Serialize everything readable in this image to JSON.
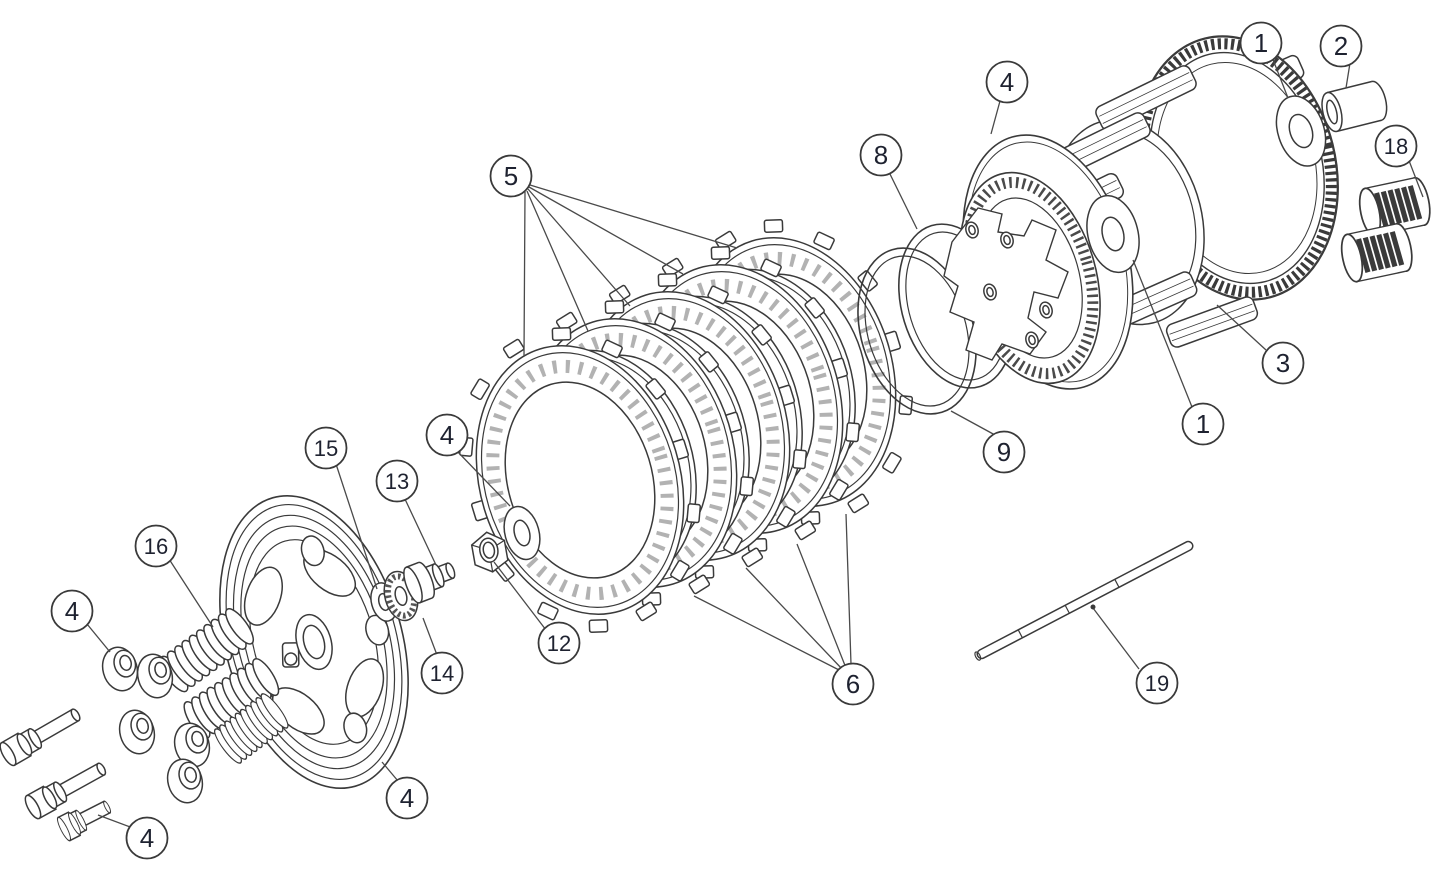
{
  "diagram": {
    "kind": "exploded-parts-diagram",
    "colors": {
      "background": "#ffffff",
      "line": "#3a3a3a",
      "leader": "#4a4a4a",
      "balloon_fill": "#ffffff",
      "balloon_stroke": "#3a3a3a",
      "balloon_text": "#1e2230"
    }
  },
  "callouts": [
    {
      "label": "1",
      "part": "thrust-washer-outer"
    },
    {
      "label": "2",
      "part": "spacer-bushing"
    },
    {
      "label": "18",
      "part": "needle-bearings"
    },
    {
      "label": "4",
      "part": "hub-backing-plate"
    },
    {
      "label": "8",
      "part": "o-ring-outer"
    },
    {
      "label": "5",
      "part": "friction-plates"
    },
    {
      "label": "3",
      "part": "clutch-basket"
    },
    {
      "label": "1",
      "part": "thrust-washer-inner"
    },
    {
      "label": "9",
      "part": "o-ring-inner"
    },
    {
      "label": "15",
      "part": "small-washer"
    },
    {
      "label": "13",
      "part": "center-bolt"
    },
    {
      "label": "4",
      "part": "plain-washer"
    },
    {
      "label": "16",
      "part": "clutch-springs"
    },
    {
      "label": "12",
      "part": "hex-nut"
    },
    {
      "label": "14",
      "part": "release-bearing"
    },
    {
      "label": "6",
      "part": "steel-plates"
    },
    {
      "label": "19",
      "part": "push-rod"
    },
    {
      "label": "4",
      "part": "pressure-plate"
    },
    {
      "label": "4",
      "part": "spring-retainer"
    },
    {
      "label": "4",
      "part": "spring-bolts"
    }
  ]
}
